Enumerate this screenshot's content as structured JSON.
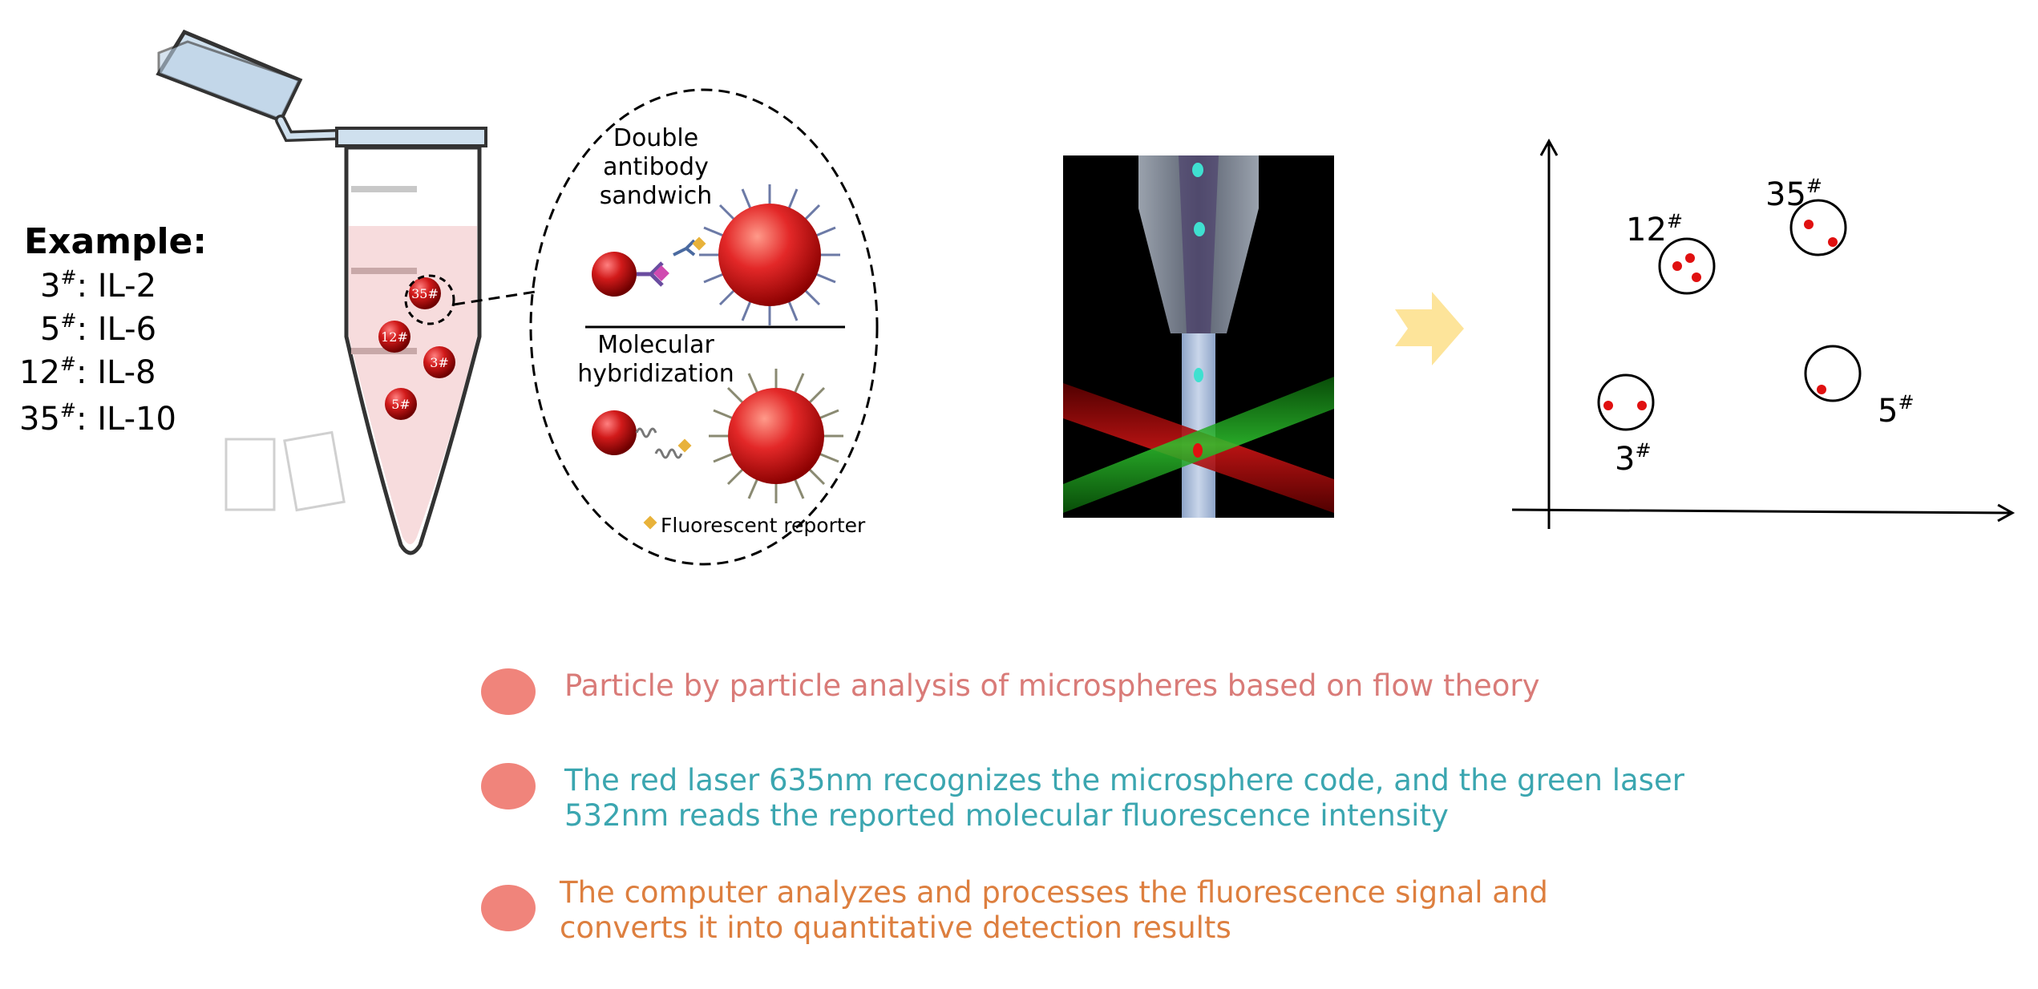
{
  "example": {
    "title": "Example:",
    "items": [
      {
        "code": "3",
        "sup": "#",
        "label": ": IL-2"
      },
      {
        "code": "5",
        "sup": "#",
        "label": ": IL-6"
      },
      {
        "code": "12",
        "sup": "#",
        "label": ": IL-8"
      },
      {
        "code": "35",
        "sup": "#",
        "label": ": IL-10"
      }
    ]
  },
  "tube": {
    "bead_labels": [
      "35#",
      "12#",
      "3#",
      "5#"
    ]
  },
  "inset": {
    "double_antibody_line1": "Double",
    "double_antibody_line2": "antibody",
    "double_antibody_line3": "sandwich",
    "hybridization_line1": "Molecular",
    "hybridization_line2": "hybridization",
    "reporter_label": "Fluorescent reporter"
  },
  "scatter": {
    "clusters": [
      {
        "code": "12",
        "sup": "#"
      },
      {
        "code": "35",
        "sup": "#"
      },
      {
        "code": "3",
        "sup": "#"
      },
      {
        "code": "5",
        "sup": "#"
      }
    ]
  },
  "bullets": [
    {
      "text": "Particle by particle analysis of microspheres based on flow theory",
      "color": "#d97b78"
    },
    {
      "text": "The red laser 635nm recognizes the microsphere code, and the green laser\n532nm reads the reported molecular fluorescence intensity",
      "color": "#3ba6b0"
    },
    {
      "text": "The computer analyzes and processes the fluorescence signal and\nconverts it into quantitative detection results",
      "color": "#dd7f3f"
    }
  ],
  "colors": {
    "bead_red": "#c2121a",
    "tube_fill": "#f7dcdd",
    "cap_blue": "#cfe0ee",
    "arrow_yellow": "#fde49a",
    "laser_red": "#b01010",
    "laser_green": "#1fa31f"
  }
}
